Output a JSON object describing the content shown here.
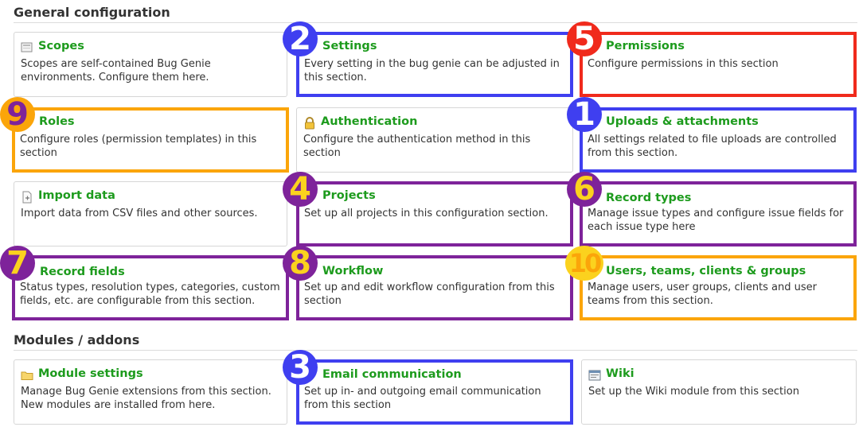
{
  "sections": {
    "general": "General configuration",
    "modules": "Modules / addons"
  },
  "cards": {
    "scopes": {
      "title": "Scopes",
      "desc": "Scopes are self-contained Bug Genie environments. Configure them here.",
      "icon": "scopes-icon"
    },
    "settings": {
      "title": "Settings",
      "desc": "Every setting in the bug genie can be adjusted in this section."
    },
    "permissions": {
      "title": "Permissions",
      "desc": "Configure permissions in this section"
    },
    "roles": {
      "title": "Roles",
      "desc": "Configure roles (permission templates) in this section"
    },
    "authentication": {
      "title": "Authentication",
      "desc": "Configure the authentication method in this section",
      "icon": "lock-icon"
    },
    "uploads": {
      "title": "Uploads & attachments",
      "desc": "All settings related to file uploads are controlled from this section."
    },
    "import": {
      "title": "Import data",
      "desc": "Import data from CSV files and other sources.",
      "icon": "import-icon"
    },
    "projects": {
      "title": "Projects",
      "desc": "Set up all projects in this configuration section."
    },
    "record_types": {
      "title": "Record types",
      "desc": "Manage issue types and configure issue fields for each issue type here"
    },
    "record_fields": {
      "title": "Record fields",
      "desc": "Status types, resolution types, categories, custom fields, etc. are configurable from this section."
    },
    "workflow": {
      "title": "Workflow",
      "desc": "Set up and edit workflow configuration from this section"
    },
    "users": {
      "title": "Users, teams, clients & groups",
      "desc": "Manage users, user groups, clients and user teams from this section."
    },
    "module_settings": {
      "title": "Module settings",
      "desc": "Manage Bug Genie extensions from this section. New modules are installed from here.",
      "icon": "folder-icon"
    },
    "email": {
      "title": "Email communication",
      "desc": "Set up in- and outgoing email communication from this section"
    },
    "wiki": {
      "title": "Wiki",
      "desc": "Set up the Wiki module from this section",
      "icon": "wiki-icon"
    }
  },
  "badges": {
    "settings": "2",
    "permissions": "5",
    "roles": "9",
    "uploads": "1",
    "projects": "4",
    "record_types": "6",
    "record_fields": "7",
    "workflow": "8",
    "users": "10",
    "email": "3"
  },
  "colors": {
    "link_green": "#1d9b1d",
    "highlight_blue": "#3f3ff0",
    "highlight_red": "#f02a1c",
    "highlight_orange": "#fba50a",
    "highlight_purple": "#7e239a",
    "badge_yellow": "#fbd21e"
  }
}
